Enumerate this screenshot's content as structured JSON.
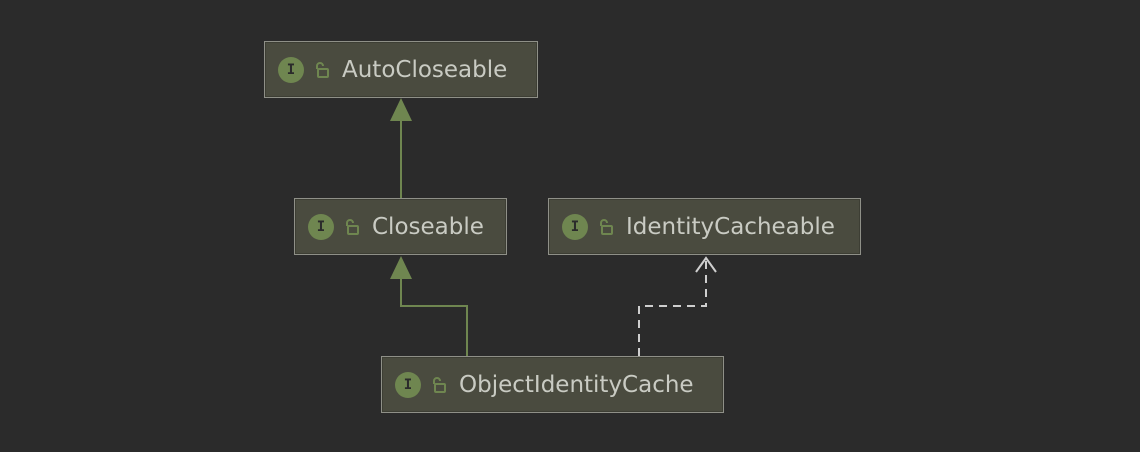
{
  "diagram": {
    "nodes": [
      {
        "id": "autocloseable",
        "badge": "I",
        "label": "AutoCloseable"
      },
      {
        "id": "closeable",
        "badge": "I",
        "label": "Closeable"
      },
      {
        "id": "identitycacheable",
        "badge": "I",
        "label": "IdentityCacheable"
      },
      {
        "id": "objectidentitycache",
        "badge": "I",
        "label": "ObjectIdentityCache"
      }
    ],
    "edges": [
      {
        "from": "closeable",
        "to": "autocloseable",
        "kind": "extends"
      },
      {
        "from": "objectidentitycache",
        "to": "closeable",
        "kind": "extends"
      },
      {
        "from": "objectidentitycache",
        "to": "identitycacheable",
        "kind": "implements"
      }
    ]
  },
  "colors": {
    "background": "#2b2b2b",
    "node_fill": "#4a4b3f",
    "node_border": "#8f9088",
    "badge_fill": "#6f8650",
    "lock": "#6f8650",
    "label": "#c9cbc3",
    "extends_edge": "#6f8650",
    "implements_edge": "#cfcfcf"
  }
}
